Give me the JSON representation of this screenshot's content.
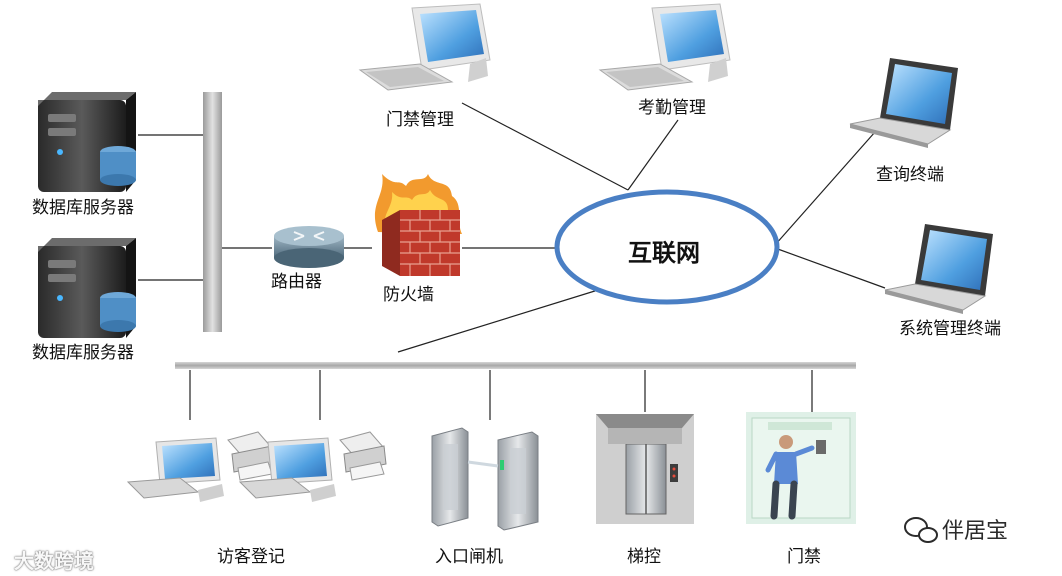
{
  "center": {
    "label": "互联网"
  },
  "servers": [
    {
      "label": "数据库服务器"
    },
    {
      "label": "数据库服务器"
    }
  ],
  "router": {
    "label": "路由器"
  },
  "firewall": {
    "label": "防火墙"
  },
  "top_terminals": [
    {
      "label": "门禁管理"
    },
    {
      "label": "考勤管理"
    }
  ],
  "right_terminals": [
    {
      "label": "查询终端"
    },
    {
      "label": "系统管理终端"
    }
  ],
  "bottom_devices": [
    {
      "label": "访客登记"
    },
    {
      "label": "入口闸机"
    },
    {
      "label": "梯控"
    },
    {
      "label": "门禁"
    }
  ],
  "watermarks": {
    "left": "大数跨境",
    "right": "伴居宝"
  },
  "colors": {
    "ellipse_stroke": "#4a7fc4",
    "bus": "#bdbdbd",
    "link": "#222222",
    "screen": "#4f9fe0",
    "firewall_brick": "#c0392b"
  }
}
